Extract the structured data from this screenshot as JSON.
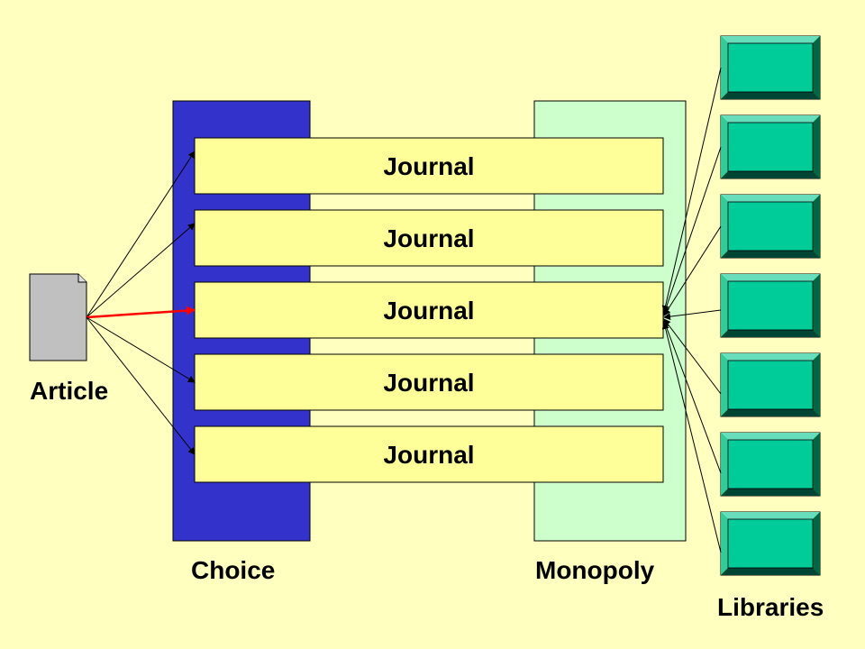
{
  "article": {
    "label": "Article"
  },
  "choice": {
    "label": "Choice",
    "color": "#3333cc"
  },
  "monopoly": {
    "label": "Monopoly",
    "color": "#ccffcc"
  },
  "libraries": {
    "label": "Libraries",
    "count": 7,
    "color": "#00cc99"
  },
  "journals": [
    {
      "label": "Journal"
    },
    {
      "label": "Journal"
    },
    {
      "label": "Journal"
    },
    {
      "label": "Journal"
    },
    {
      "label": "Journal"
    }
  ],
  "journal_color": "#ffff99",
  "highlight_color": "#ff0000",
  "highlighted_journal": 2
}
